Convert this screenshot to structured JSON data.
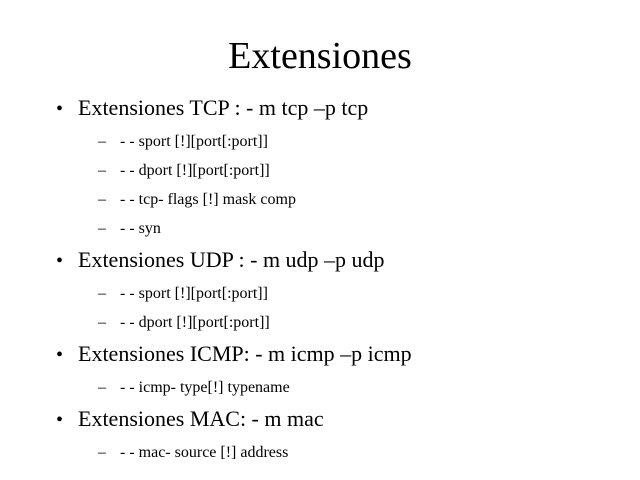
{
  "slide": {
    "title": "Extensiones",
    "bullets": [
      {
        "text": "Extensiones TCP  : - m tcp –p tcp",
        "items": [
          "- - sport [!][port[:port]]",
          "- - dport [!][port[:port]]",
          "- - tcp- flags [!] mask comp",
          "- - syn"
        ]
      },
      {
        "text": "Extensiones UDP : - m udp –p udp",
        "items": [
          "- - sport [!][port[:port]]",
          "- - dport [!][port[:port]]"
        ]
      },
      {
        "text": "Extensiones ICMP: - m icmp –p icmp",
        "items": [
          "- - icmp- type[!] typename"
        ]
      },
      {
        "text": "Extensiones MAC: - m mac",
        "items": [
          "- - mac- source [!] address"
        ]
      }
    ]
  }
}
